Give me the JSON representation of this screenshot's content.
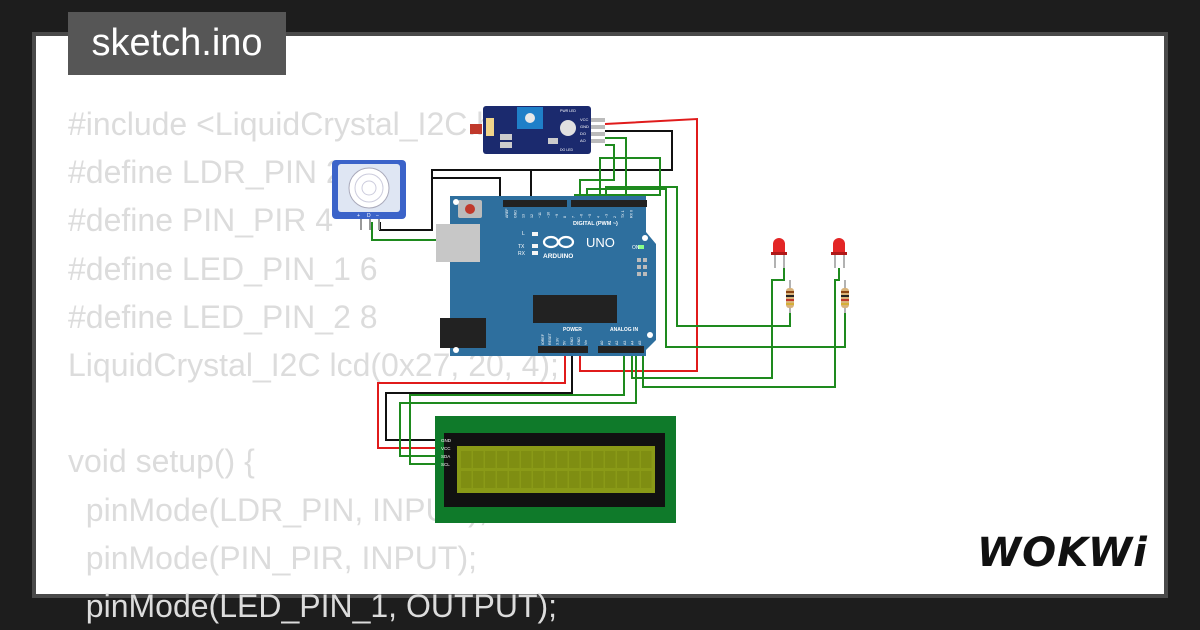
{
  "tab": {
    "filename": "sketch.ino"
  },
  "code_lines": [
    "#include <LiquidCrystal_I2C.h>",
    "#define LDR_PIN 2",
    "#define PIN_PIR 4",
    "#define LED_PIN_1 6",
    "#define LED_PIN_2 8",
    "LiquidCrystal_I2C lcd(0x27, 20, 4);",
    "",
    "void setup() {",
    "  pinMode(LDR_PIN, INPUT);",
    "  pinMode(PIN_PIR, INPUT);",
    "  pinMode(LED_PIN_1, OUTPUT);"
  ],
  "board": {
    "model": "UNO",
    "brand": "ARDUINO",
    "on_label": "ON",
    "digital_label": "DIGITAL (PWM ~)",
    "power_label": "POWER",
    "analog_label": "ANALOG IN",
    "led_labels": [
      "L",
      "TX",
      "RX"
    ],
    "digital_pins": [
      "AREF",
      "GND",
      "13",
      "12",
      "~11",
      "~10",
      "~9",
      "8",
      "7",
      "~6",
      "~5",
      "4",
      "~3",
      "2",
      "TX 1",
      "RX 0"
    ],
    "power_pins": [
      "IOREF",
      "RESET",
      "3.3V",
      "5V",
      "GND",
      "GND",
      "Vin"
    ],
    "analog_pins": [
      "A0",
      "A1",
      "A2",
      "A3",
      "A4",
      "A5"
    ]
  },
  "lcd": {
    "pins": [
      "GND",
      "VCC",
      "SDA",
      "SCL"
    ]
  },
  "pir": {
    "pins": [
      "+",
      "D",
      "–"
    ]
  },
  "ldr_module": {
    "pins": [
      "VCC",
      "GND",
      "DO",
      "AO"
    ],
    "leds": [
      "PWR LED",
      "DO LED"
    ]
  },
  "logo": {
    "text": "WOKWi"
  },
  "colors": {
    "wire_red": "#e01b1b",
    "wire_green": "#1e8a1e",
    "wire_black": "#111111",
    "board_blue": "#2e6f9e",
    "lcd_pcb": "#0f7a2a",
    "lcd_screen": "#8a9a17"
  }
}
